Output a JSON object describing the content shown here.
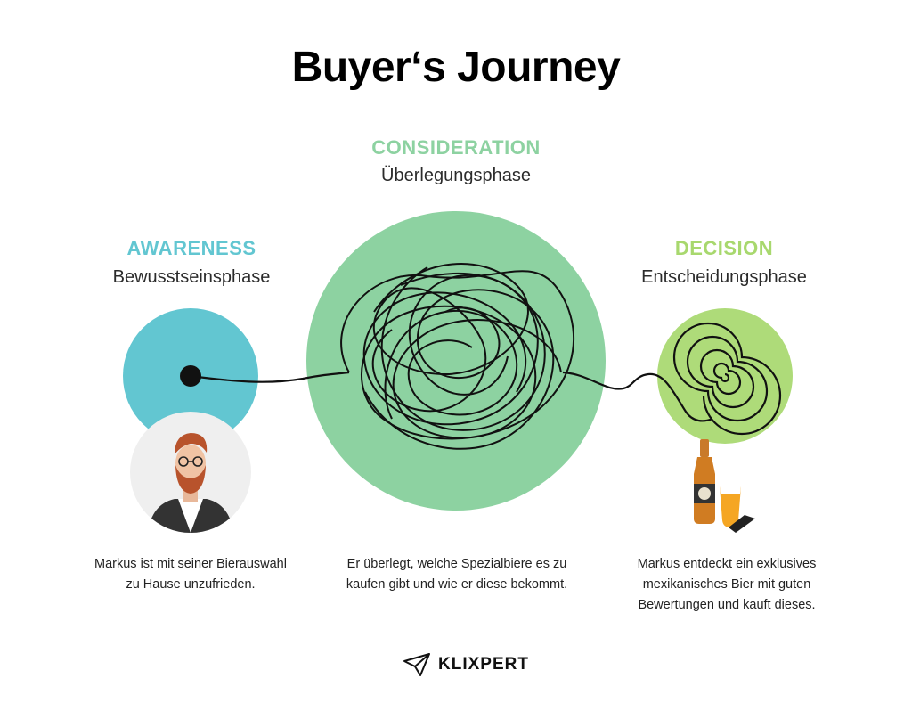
{
  "title": "Buyer‘s Journey",
  "phases": [
    {
      "name": "AWARENESS",
      "subtitle": "Bewusstseinsphase",
      "description": "Markus ist mit seiner Bierauswahl zu Hause unzufrieden.",
      "color": "#62c6d1"
    },
    {
      "name": "CONSIDERATION",
      "subtitle": "Überlegungsphase",
      "description": "Er überlegt, welche Spezialbiere es zu kaufen gibt und wie er diese bekommt.",
      "color": "#8dd2a1"
    },
    {
      "name": "DECISION",
      "subtitle": "Entscheidungsphase",
      "description": "Markus entdeckt ein exklusives mexikanisches Bier mit guten Bewertungen und kauft dieses.",
      "color": "#a8d86e"
    }
  ],
  "logo": {
    "text": "KLIXPERT",
    "icon": "paper-plane-icon"
  },
  "colors": {
    "awareness_circle": "#62c6d1",
    "consideration_circle": "#8dd2a1",
    "decision_circle": "#aedb79",
    "line": "#111111"
  }
}
